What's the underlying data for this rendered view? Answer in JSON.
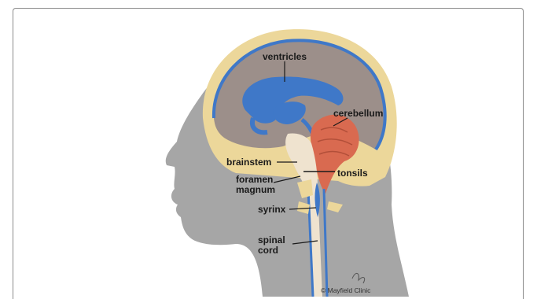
{
  "labels": {
    "ventricles": "ventricles",
    "cerebellum": "cerebellum",
    "brainstem": "brainstem",
    "tonsils": "tonsils",
    "foramen_line1": "foramen",
    "foramen_line2": "magnum",
    "syrinx": "syrinx",
    "spinal_line1": "spinal",
    "spinal_line2": "cord"
  },
  "credit": "© Mayfield Clinic",
  "colors": {
    "head": "#a6a6a6",
    "skull": "#ecd79a",
    "brain": "#9c8f8a",
    "csf": "#3f78c8",
    "cerebellum": "#d96a50",
    "brainstem": "#efe3cf",
    "frame_border": "#8a8a8a"
  }
}
